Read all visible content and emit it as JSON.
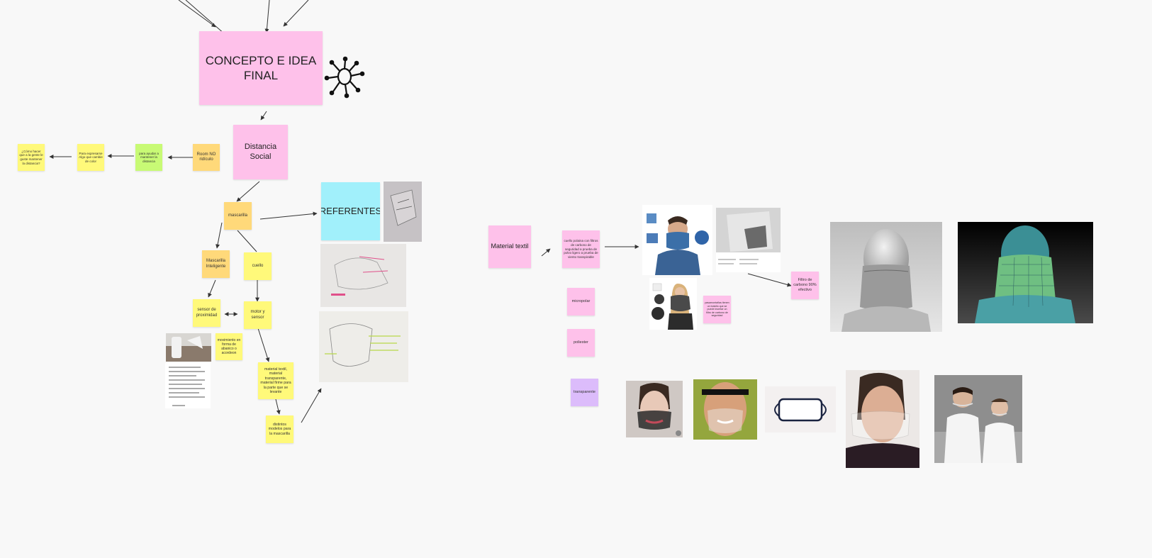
{
  "notes": {
    "concepto": "CONCEPTO E IDEA FINAL",
    "distancia": "Distancia Social",
    "como": "¿Cómo hacer que a la gente le guste mantener la distancia?",
    "para_expresarse": "Para expresarse Algo que cambie de color",
    "para_ayudar": "para ayudar a mantener la distancia",
    "room": "Room NO ridículo",
    "mascarilla": "mascarilla",
    "referentes": "REFERENTES",
    "mascarilla_inteligente": "Mascarilla Inteligente",
    "cuello": "cuello",
    "sensor_proximidad": "sensor de proximidad",
    "motor_sensor": "motor y sensor",
    "movimiento": "movimiento en forma de abanico o acordeon",
    "material": "material textil, material transparente, material  firme para la parte que se levante",
    "distintos": "distintos modelos para la mascarilla",
    "material_textil": "Material textil",
    "cuello_polaina": "cuello polaina con filtros de carbono de seguridad a prueba de polvo ligero a prueba de viento transpirable",
    "micropolar": "micropolar",
    "poliester": "poliester",
    "transparente": "transparente",
    "filtro": "Filtro de carbono 90% efectivo",
    "pasamontanas": "pasamontañas tienen un bolsillo que se puede insertar un filtro de carbono de seguridad"
  },
  "colors": {
    "pink": "#fec1ea",
    "yellow": "#fff97a",
    "orange": "#ffd97a",
    "green": "#c8fa75",
    "cyan": "#a1f0fb",
    "violet": "#dcbcfb",
    "canvas": "#f8f8f8"
  },
  "icons": {
    "concept": "virus-icon"
  }
}
